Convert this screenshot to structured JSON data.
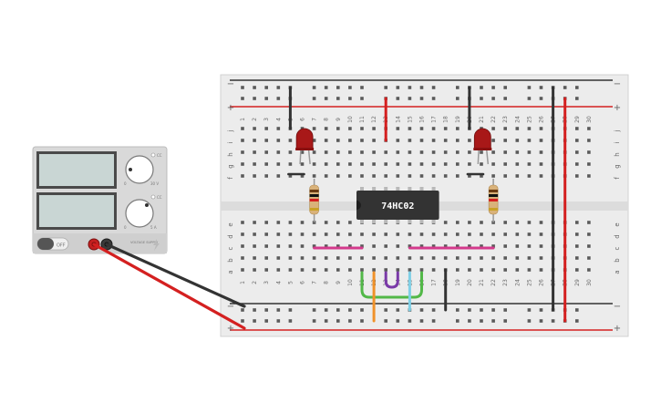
{
  "power_supply": {
    "switch_label": "OFF",
    "knob_top_min": "0",
    "knob_top_max": "30 V",
    "knob_bottom_min": "0",
    "knob_bottom_max": "5 A",
    "mode_top": "CC",
    "mode_bottom": "CC",
    "brand_label": "VOLTAGE SUPPLY",
    "display_top": "",
    "display_bottom": ""
  },
  "breadboard": {
    "rail_minus": "−",
    "rail_plus": "+",
    "row_letters_top": [
      "j",
      "i",
      "h",
      "g",
      "f"
    ],
    "row_letters_bottom": [
      "e",
      "d",
      "c",
      "b",
      "a"
    ],
    "column_count": 30
  },
  "chip": {
    "label": "74HC02",
    "color": "#333333"
  },
  "components": {
    "leds": [
      {
        "name": "led-left",
        "color": "#a81818"
      },
      {
        "name": "led-right",
        "color": "#a81818"
      }
    ],
    "resistors": [
      {
        "name": "resistor-left"
      },
      {
        "name": "resistor-right"
      }
    ]
  },
  "colors": {
    "breadboard_bg": "#ececec",
    "rail_red": "#d42020",
    "rail_black": "#333333",
    "wire_red": "#d42020",
    "wire_black": "#333333",
    "wire_magenta": "#d43a8c",
    "wire_green": "#52b848",
    "wire_orange": "#f0922a",
    "wire_purple": "#7a3aa8",
    "wire_cyan": "#7fd0e6",
    "hole": "#5a5a5a"
  }
}
